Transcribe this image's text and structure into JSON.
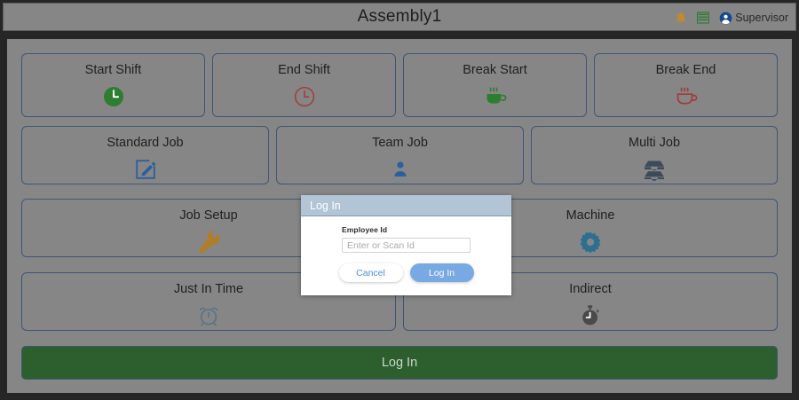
{
  "titlebar": {
    "title": "Assembly1",
    "icons": [
      {
        "name": "notification-bell-icon",
        "color": "#c08a2e"
      },
      {
        "name": "list-menu-icon",
        "color": "#2e7d32"
      }
    ],
    "user": {
      "icon": "user-account-icon",
      "name": "Supervisor",
      "icon_color": "#17478f"
    }
  },
  "buttons": [
    {
      "id": "start-shift",
      "label": "Start Shift",
      "icon": "clock-filled-icon",
      "color": "#2e7d32"
    },
    {
      "id": "end-shift",
      "label": "End Shift",
      "icon": "clock-outline-icon",
      "color": "#a23b3b"
    },
    {
      "id": "break-start",
      "label": "Break Start",
      "icon": "coffee-cup-icon",
      "color": "#2e7d32"
    },
    {
      "id": "break-end",
      "label": "Break End",
      "icon": "coffee-cup-icon",
      "color": "#a23b3b"
    },
    {
      "id": "standard-job",
      "label": "Standard Job",
      "icon": "edit-pencil-square-icon",
      "color": "#2b5f9e"
    },
    {
      "id": "team-job",
      "label": "Team Job",
      "icon": "team-icon",
      "color": "#2b5f9e"
    },
    {
      "id": "multi-job",
      "label": "Multi Job",
      "icon": "stacked-trays-icon",
      "color": "#3c4a5a"
    },
    {
      "id": "job-setup",
      "label": "Job Setup",
      "icon": "wrench-icon",
      "color": "#b07d2a"
    },
    {
      "id": "machine",
      "label": "Machine",
      "icon": "gear-icon",
      "color": "#2e6e8e"
    },
    {
      "id": "just-in-time",
      "label": "Just In Time",
      "icon": "alarm-clock-icon",
      "color": "#5a7285"
    },
    {
      "id": "indirect",
      "label": "Indirect",
      "icon": "stopwatch-icon",
      "color": "#4a4a4a"
    }
  ],
  "main_action": {
    "label": "Log In",
    "background": "#2c5e2e"
  },
  "modal": {
    "title": "Log In",
    "field_label": "Employee Id",
    "input_value": "",
    "input_placeholder": "Enter or Scan Id",
    "cancel_label": "Cancel",
    "submit_label": "Log In",
    "header_color": "#b2c5d6",
    "submit_color": "#78a9e3"
  }
}
